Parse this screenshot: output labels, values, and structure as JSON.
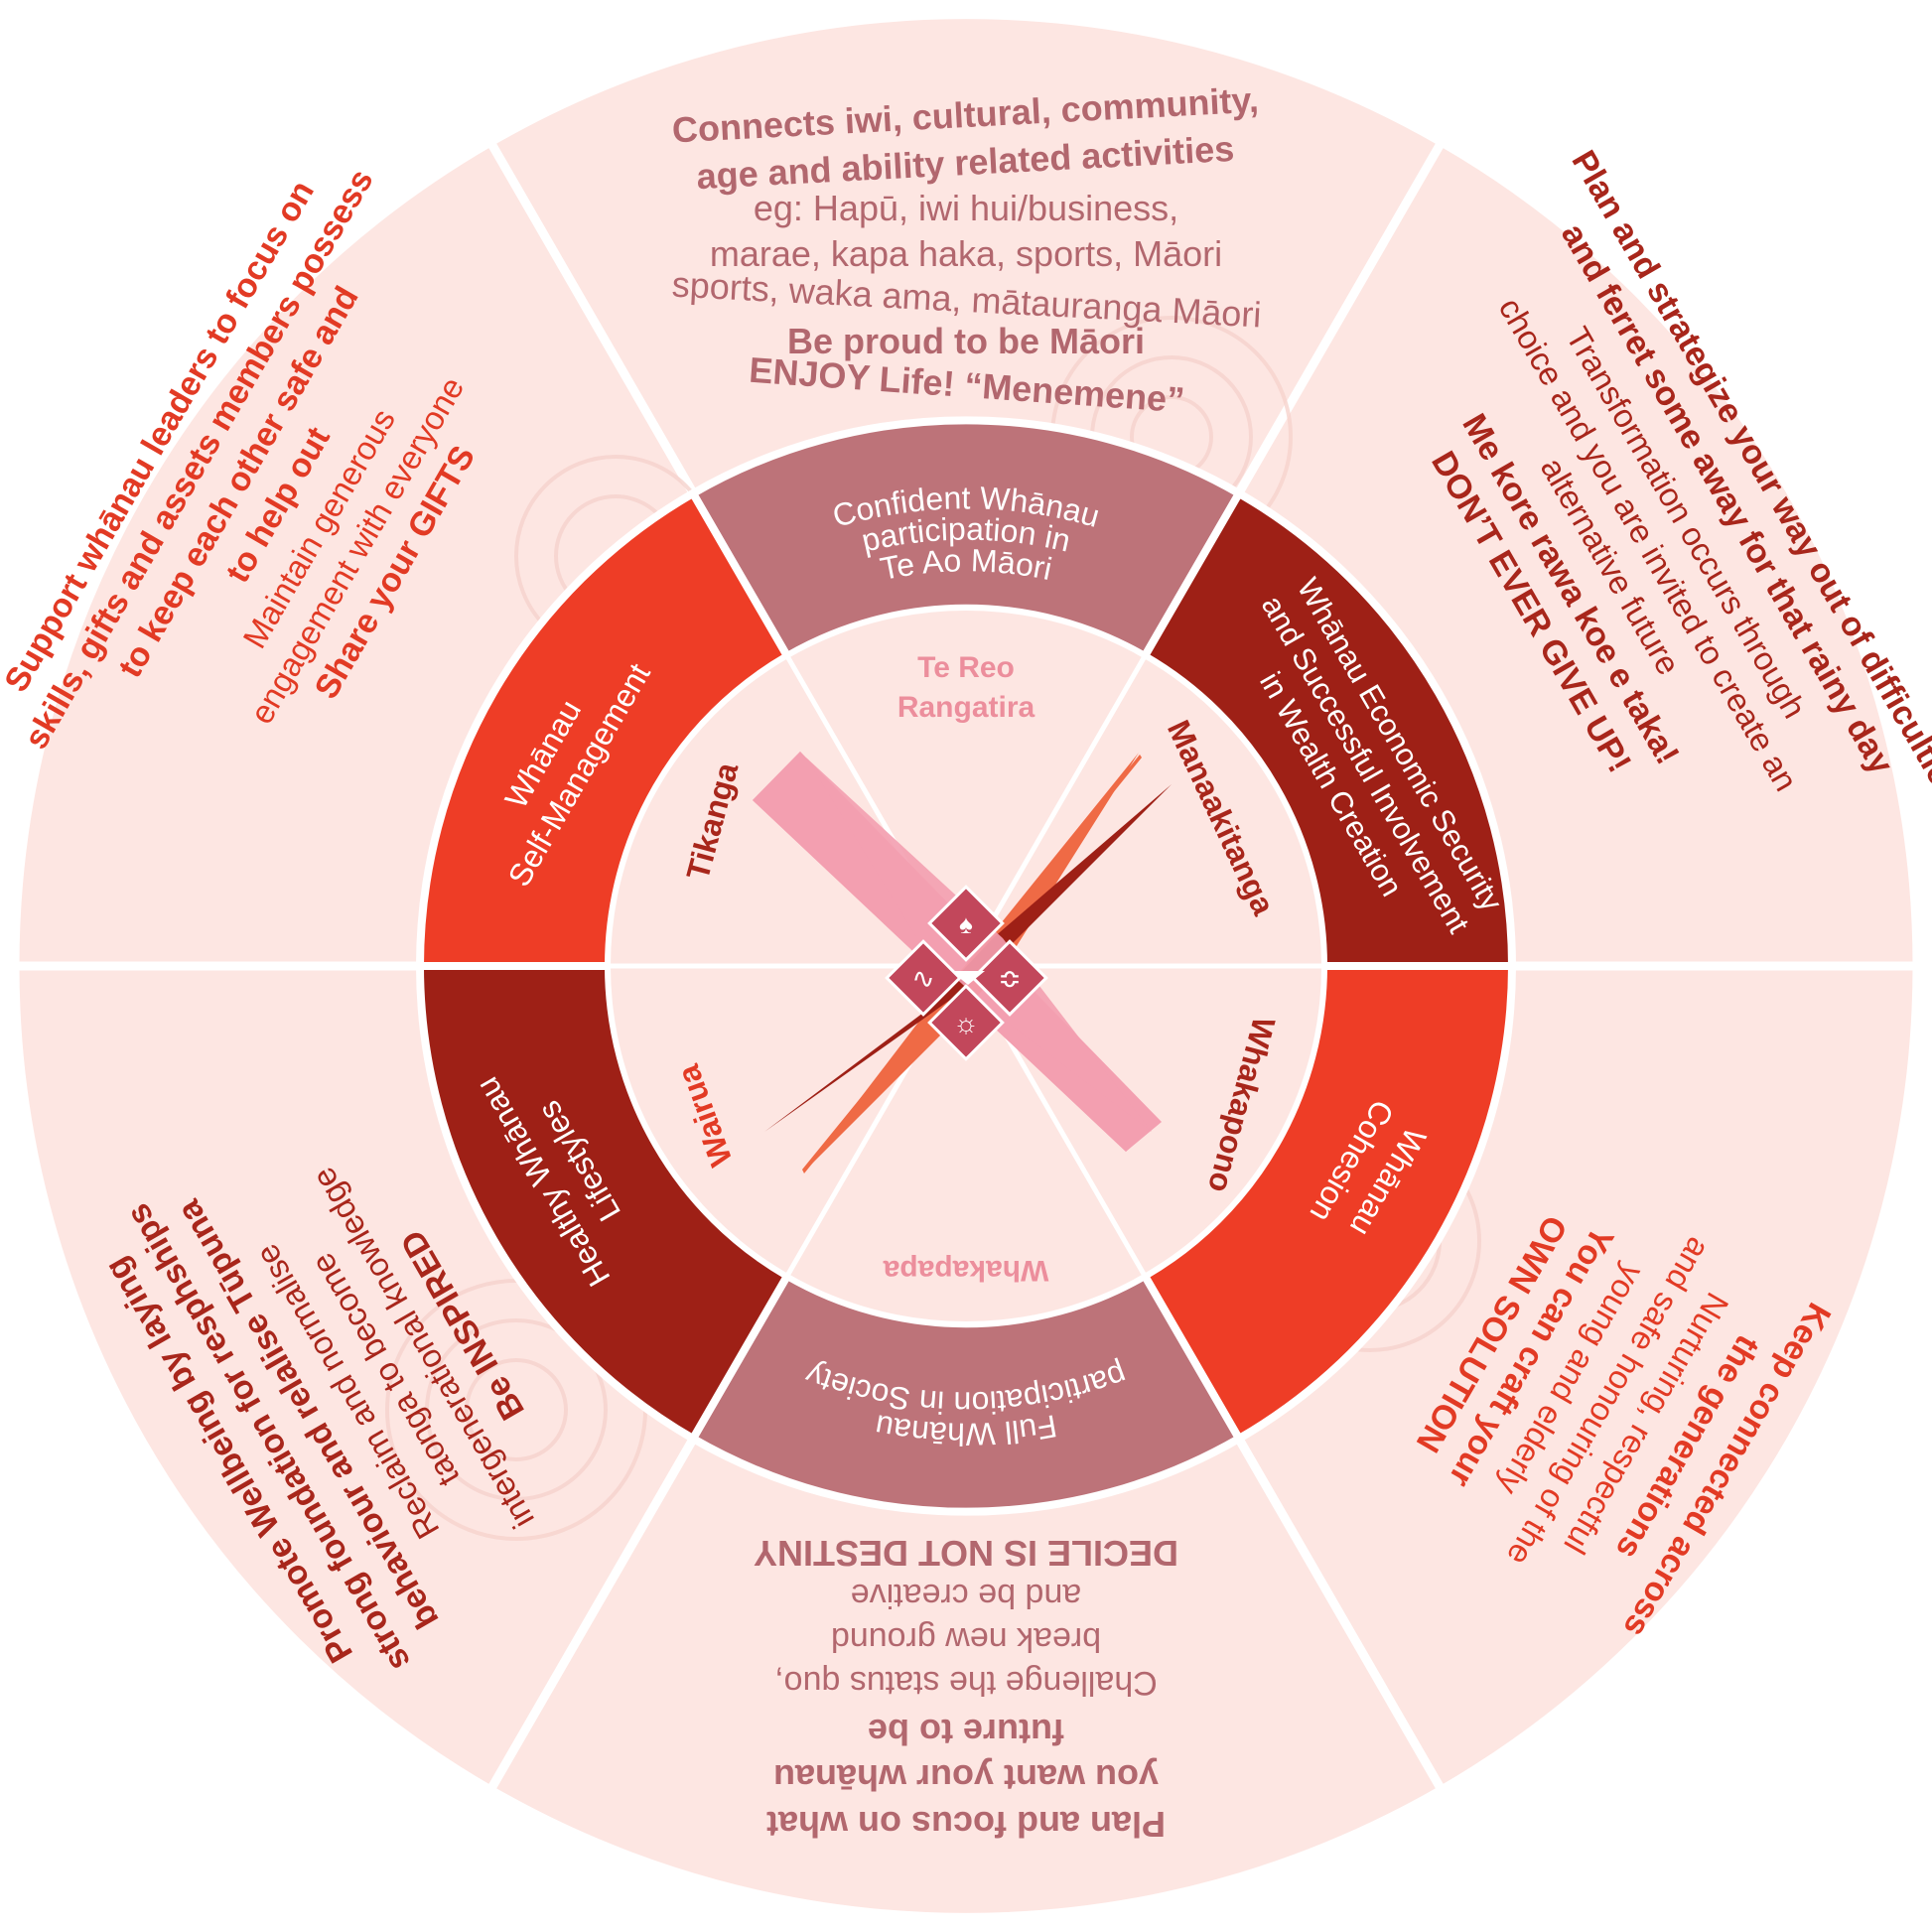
{
  "colors": {
    "outer_bg": "#fde6e2",
    "mauve": "#bd7379",
    "bright_red": "#ee3d26",
    "dark_red": "#9e2016",
    "pink": "#f39fb0",
    "orange": "#ef6a45",
    "text_mauve": "#b2676e",
    "text_red": "#e23a24",
    "text_dark": "#a8261b",
    "text_pink": "#ec8e9c",
    "white": "#ffffff"
  },
  "outer": {
    "top": {
      "lines": [
        "Connects iwi, cultural, community,",
        "age and ability related activities",
        "eg:  Hapū, iwi hui/business,",
        "marae, kapa haka, sports, Māori",
        "sports, waka ama, mātauranga Māori",
        "Be proud to be Māori",
        "ENJOY Life! “Menemene”"
      ]
    },
    "top_left": {
      "lines": [
        "Support whānau leaders to focus on",
        "skills, gifts and assets members possess",
        "to keep each other safe and",
        "to help out",
        "Maintain generous",
        "engagement with everyone",
        "Share your GIFTS"
      ]
    },
    "top_right": {
      "lines": [
        "Plan and strategize your way out of difficulties",
        "and ferret some away for that rainy day",
        "Transformation occurs through",
        "choice and you are invited to create an",
        "alternative future",
        "Me kore rawa koe e taka!",
        "DON’T EVER GIVE UP!"
      ]
    },
    "bottom_left": {
      "lines": [
        "Promote Wellbeing by laying",
        "strong foundation for resphships",
        "behaviour and relalise Tūpuna",
        "Reclaim and normalise",
        "taonga to become",
        "intergenerational knowledge",
        "Be INSPIRED"
      ]
    },
    "bottom_right": {
      "lines": [
        "Keep connected across",
        "the generations",
        "Nurturing, respectful",
        "and safe honouring of the",
        "young and elderly",
        "You can craft your",
        "OWN SOLUTION"
      ]
    },
    "bottom": {
      "lines": [
        "Plan and focus on what",
        "you want your whānau",
        "future to be",
        "Challenge the status quo,",
        "break new ground",
        "and be creative",
        "DECILE IS NOT DESTINY"
      ]
    }
  },
  "middle": {
    "top": [
      "Confident Whānau",
      "participation in",
      "Te Ao Māori"
    ],
    "top_left": [
      "Whānau",
      "Self-Management"
    ],
    "top_right": [
      "Whānau Economic Security",
      "and Successful Involvement",
      "in Wealth Creation"
    ],
    "bottom_left": [
      "Healthy Whānau",
      "Lifestyles"
    ],
    "bottom_right": [
      "Whānau",
      "Cohesion"
    ],
    "bottom": [
      "Full Whānau",
      "participation in Society"
    ]
  },
  "inner": {
    "top": [
      "Te Reo",
      "Rangatira"
    ],
    "top_left": "Tikanga",
    "top_right": "Manaakitanga",
    "bottom_left": "Wairua",
    "bottom_right": "Whakapono",
    "bottom": "Whakapapa"
  },
  "center_icons": [
    "figure-icon",
    "wave-icon",
    "koru-icon",
    "spiral-icon"
  ]
}
